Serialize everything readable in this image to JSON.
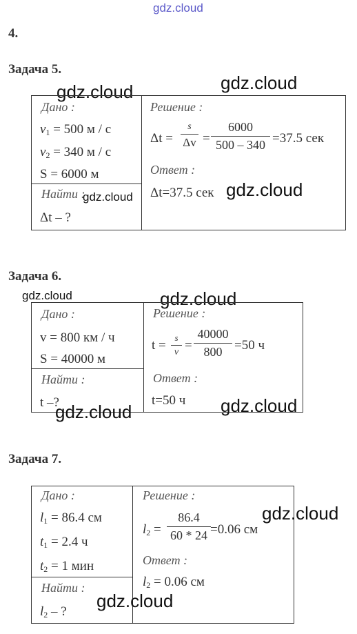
{
  "watermark": "gdz.cloud",
  "item_number": "4.",
  "tasks": [
    {
      "heading": "Задача 5.",
      "given_label": "Дано :",
      "given": [
        "500 м / с",
        "340 м / с",
        "S = 6000 м"
      ],
      "find_label": "Найти :",
      "find": "Δt  – ?",
      "solution_label": "Решение :",
      "formula": {
        "lhs": "Δt =",
        "f1_num": "s",
        "f1_den": "Δv",
        "f2_num": "6000",
        "f2_den": "500 – 340",
        "result": "=37.5 сек"
      },
      "answer_label": "Ответ :",
      "answer": "Δt=37.5 сек"
    },
    {
      "heading": "Задача 6.",
      "given_label": "Дано :",
      "given": [
        "v =  800 км / ч",
        "S = 40000 м"
      ],
      "find_label": "Найти :",
      "find": "t –?",
      "solution_label": "Решение :",
      "formula": {
        "lhs": "t =",
        "f1_num": "s",
        "f1_den": "v",
        "f2_num": "40000",
        "f2_den": "800",
        "result": "=50 ч"
      },
      "answer_label": "Ответ :",
      "answer": "t=50 ч"
    },
    {
      "heading": "Задача 7.",
      "given_label": "Дано :",
      "given": [
        "86.4 см",
        "2.4 ч",
        "1 мин"
      ],
      "find_label": "Найти :",
      "find": "– ?",
      "solution_label": "Решение :",
      "formula": {
        "lhs": "=",
        "f1_num": "86.4",
        "f1_den": "60 * 24",
        "result": "=0.06 см"
      },
      "answer_label": "Ответ :",
      "answer": "= 0.06 см"
    }
  ]
}
